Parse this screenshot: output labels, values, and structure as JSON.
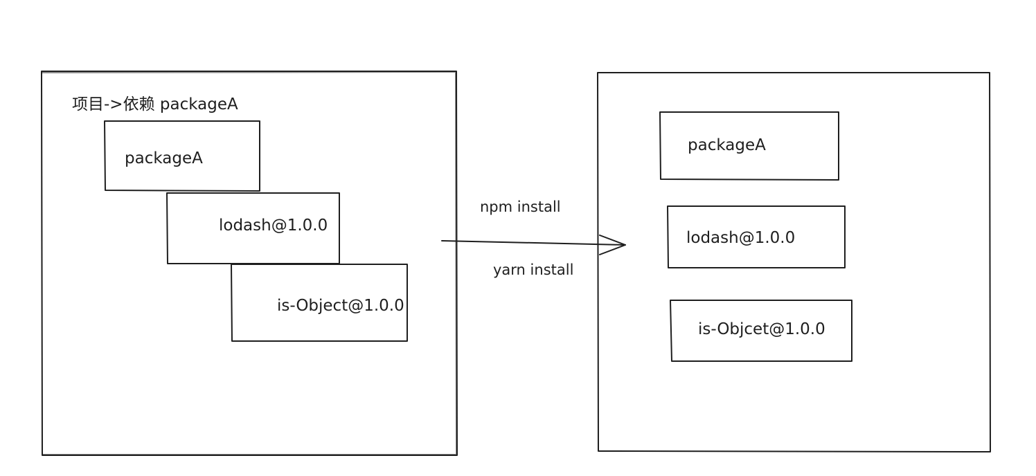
{
  "left_panel": {
    "header": "项目->依赖 packageA",
    "boxes": [
      "packageA",
      "lodash@1.0.0",
      "is-Object@1.0.0"
    ]
  },
  "arrow": {
    "label_top": "npm install",
    "label_bottom": "yarn install"
  },
  "right_panel": {
    "boxes": [
      "packageA",
      "lodash@1.0.0",
      "is-Objcet@1.0.0"
    ]
  },
  "colors": {
    "stroke": "#1e1e1e",
    "background": "#ffffff"
  }
}
